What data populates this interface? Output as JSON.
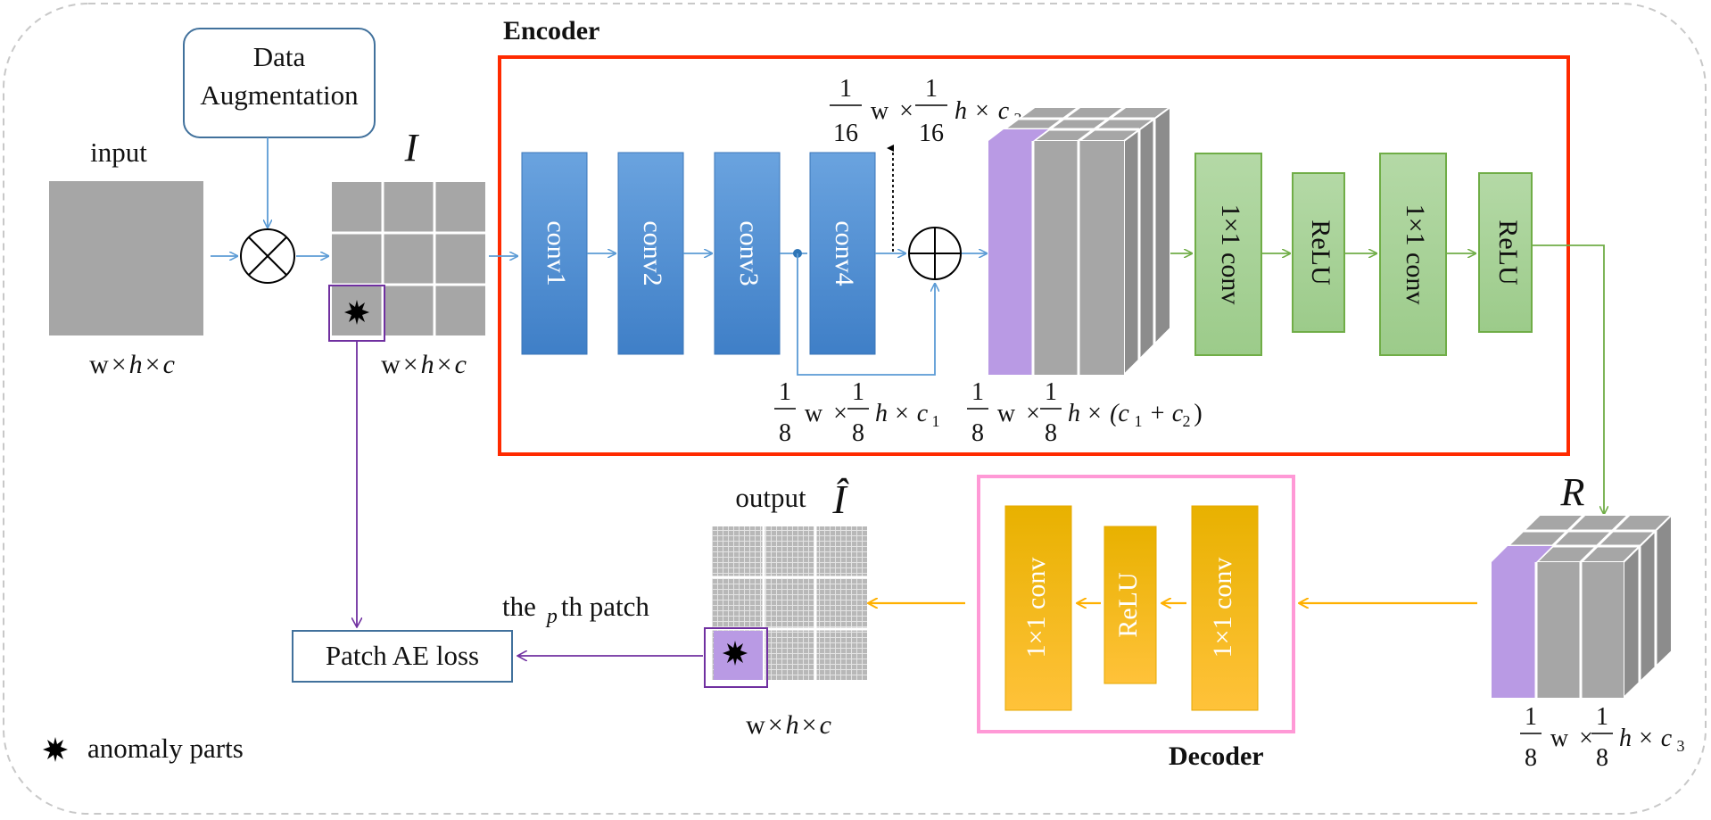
{
  "labels": {
    "input": "input",
    "data_augmentation_line1": "Data",
    "data_augmentation_line2": "Augmentation",
    "image_symbol": "I",
    "image_hat_symbol": "Î",
    "encoder": "Encoder",
    "decoder": "Decoder",
    "r_symbol": "R",
    "output": "output",
    "pth_patch_prefix": "the",
    "pth_patch_p": "p",
    "pth_patch_suffix": "th patch",
    "patch_ae_loss": "Patch AE loss",
    "anomaly_parts": "anomaly parts"
  },
  "encoder_blocks": [
    "conv1",
    "conv2",
    "conv3",
    "conv4"
  ],
  "encoder_head": [
    "1×1 conv",
    "ReLU",
    "1×1 conv",
    "ReLU"
  ],
  "decoder_blocks": [
    "1×1 conv",
    "ReLU",
    "1×1 conv"
  ],
  "dimensions": {
    "input_dim": [
      "w",
      "×",
      "h",
      "×",
      "c"
    ],
    "sixteenth": [
      "1",
      "16",
      "w",
      "×",
      "1",
      "16",
      "h",
      "×",
      "c",
      "2"
    ],
    "eighth_c1": [
      "1",
      "8",
      "w",
      "×",
      "1",
      "8",
      "h",
      "×",
      "c",
      "1"
    ],
    "eighth_concat": [
      "1",
      "8",
      "w",
      "×",
      "1",
      "8",
      "h",
      "×",
      "(c",
      "1",
      "+ c",
      "2",
      ")"
    ],
    "eighth_c3": [
      "1",
      "8",
      "w",
      "×",
      "1",
      "8",
      "h",
      "×",
      "c",
      "3"
    ]
  },
  "colors": {
    "encoder_border": "#ff2a00",
    "decoder_border": "#ff99d6",
    "conv_blue": "#4f8fd4",
    "head_green": "#a6d196",
    "decoder_yellow": "#f5b800",
    "arrow_blue": "#5b9bd5",
    "arrow_green": "#70ad47",
    "arrow_orange": "#ffb000",
    "arrow_purple": "#7030a0",
    "grid_gray": "#a6a6a6",
    "feature_purple": "#b99ae4"
  }
}
